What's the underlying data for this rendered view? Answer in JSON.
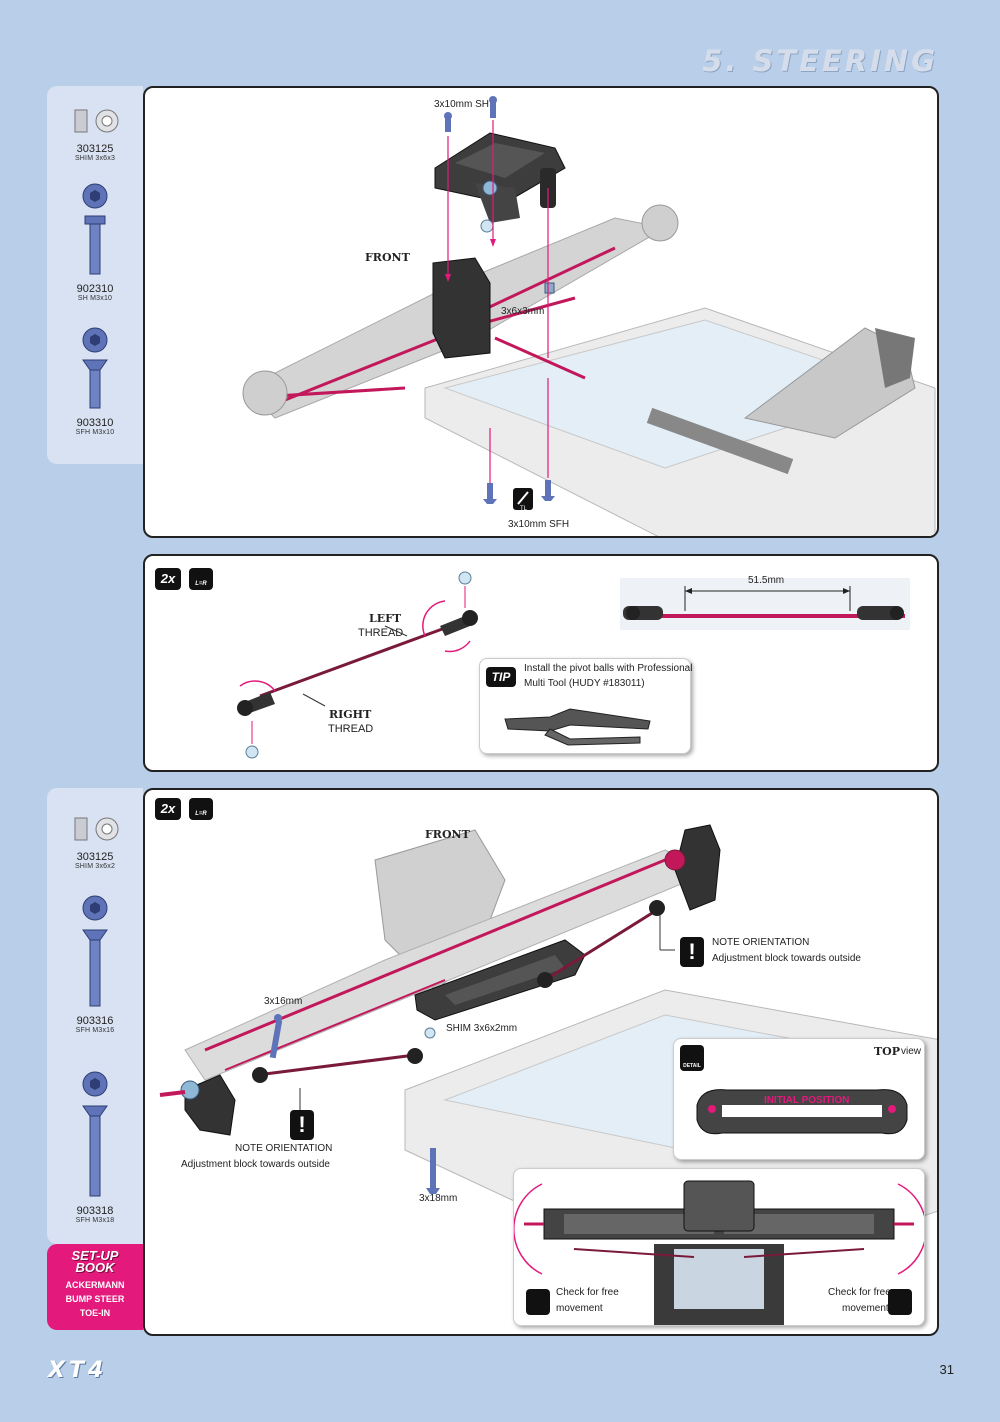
{
  "header": {
    "title": "5. STEERING"
  },
  "sidebar_top": {
    "parts": [
      {
        "code": "303125",
        "desc": "SHIM 3x6x3"
      },
      {
        "code": "902310",
        "desc": "SH M3x10"
      },
      {
        "code": "903310",
        "desc": "SFH M3x10"
      }
    ]
  },
  "panel1": {
    "labels": {
      "sh_screw": "3x10mm SH",
      "front": "FRONT",
      "shim": "3x6x3mm",
      "sfh_screw": "3x10mm SFH",
      "tl": "TL"
    }
  },
  "panel2": {
    "qty": "2x",
    "lr": "L=R",
    "left": "LEFT",
    "left_thread": "THREAD",
    "right": "RIGHT",
    "right_thread": "THREAD",
    "length": "51.5mm",
    "tip_badge": "TIP",
    "tip_line1": "Install the pivot balls with Professional",
    "tip_line2": "Multi Tool (HUDY #183011)"
  },
  "sidebar_bottom": {
    "parts": [
      {
        "code": "303125",
        "desc": "SHIM 3x6x2"
      },
      {
        "code": "903316",
        "desc": "SFH M3x16"
      },
      {
        "code": "903318",
        "desc": "SFH M3x18"
      }
    ]
  },
  "setup_book": {
    "title_1": "SET-UP",
    "title_2": "BOOK",
    "items": [
      "ACKERMANN",
      "BUMP STEER",
      "TOE-IN"
    ]
  },
  "panel3": {
    "qty": "2x",
    "lr": "L=R",
    "front": "FRONT",
    "note_right_title": "NOTE ORIENTATION",
    "note_right_text": "Adjustment block towards outside",
    "screw16": "3x16mm",
    "shim": "SHIM 3x6x2mm",
    "note_left_title": "NOTE ORIENTATION",
    "note_left_text": "Adjustment block towards outside",
    "screw18": "3x18mm",
    "top_view": "TOP",
    "top_view_suffix": "view",
    "detail": "DETAIL",
    "initial_position": "INITIAL POSITION",
    "check_left_1": "Check for free",
    "check_left_2": "movement",
    "check_right_1": "Check for free",
    "check_right_2": "movement"
  },
  "footer": {
    "logo": "XT4",
    "page": "31"
  },
  "colors": {
    "accent": "#e3197c",
    "background": "#b9cfe9",
    "sidebar": "#d8e2f2",
    "rod": "#c2185b"
  }
}
